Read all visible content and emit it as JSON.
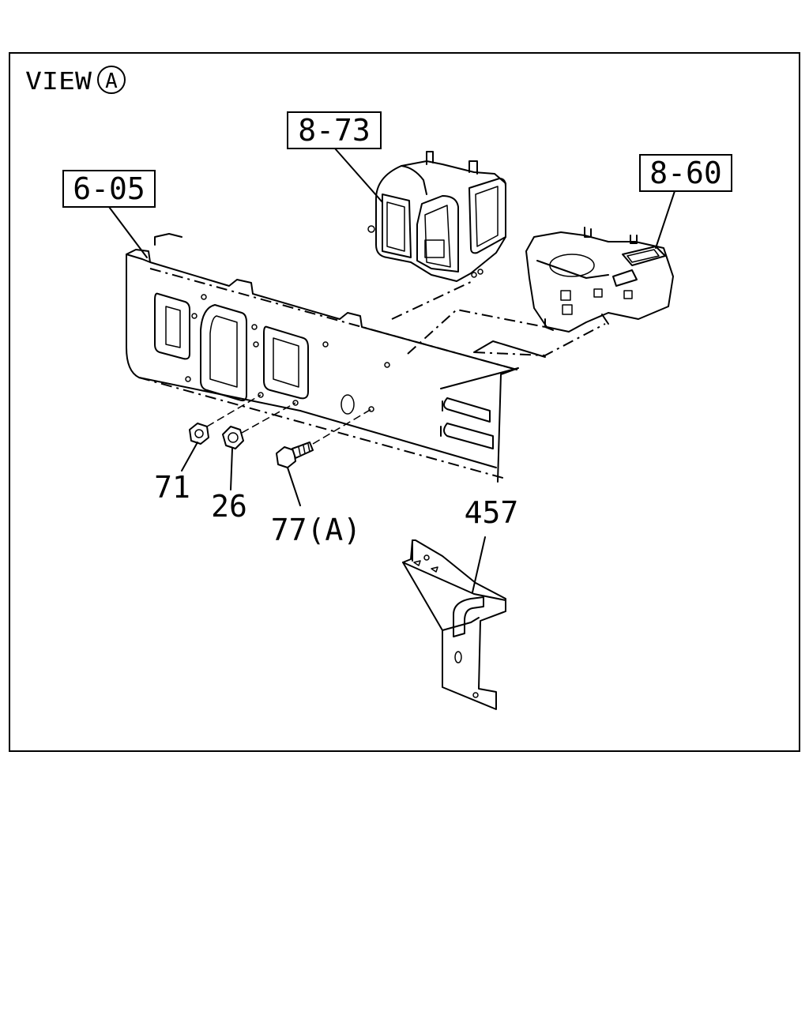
{
  "view": {
    "text": "VIEW",
    "circle_letter": "A"
  },
  "callouts": {
    "ref_6_05": "6-05",
    "ref_8_73": "8-73",
    "ref_8_60": "8-60",
    "part_71": "71",
    "part_26": "26",
    "part_77a": "77(A)",
    "part_457": "457"
  },
  "colors": {
    "line": "#000000",
    "background": "#ffffff"
  }
}
